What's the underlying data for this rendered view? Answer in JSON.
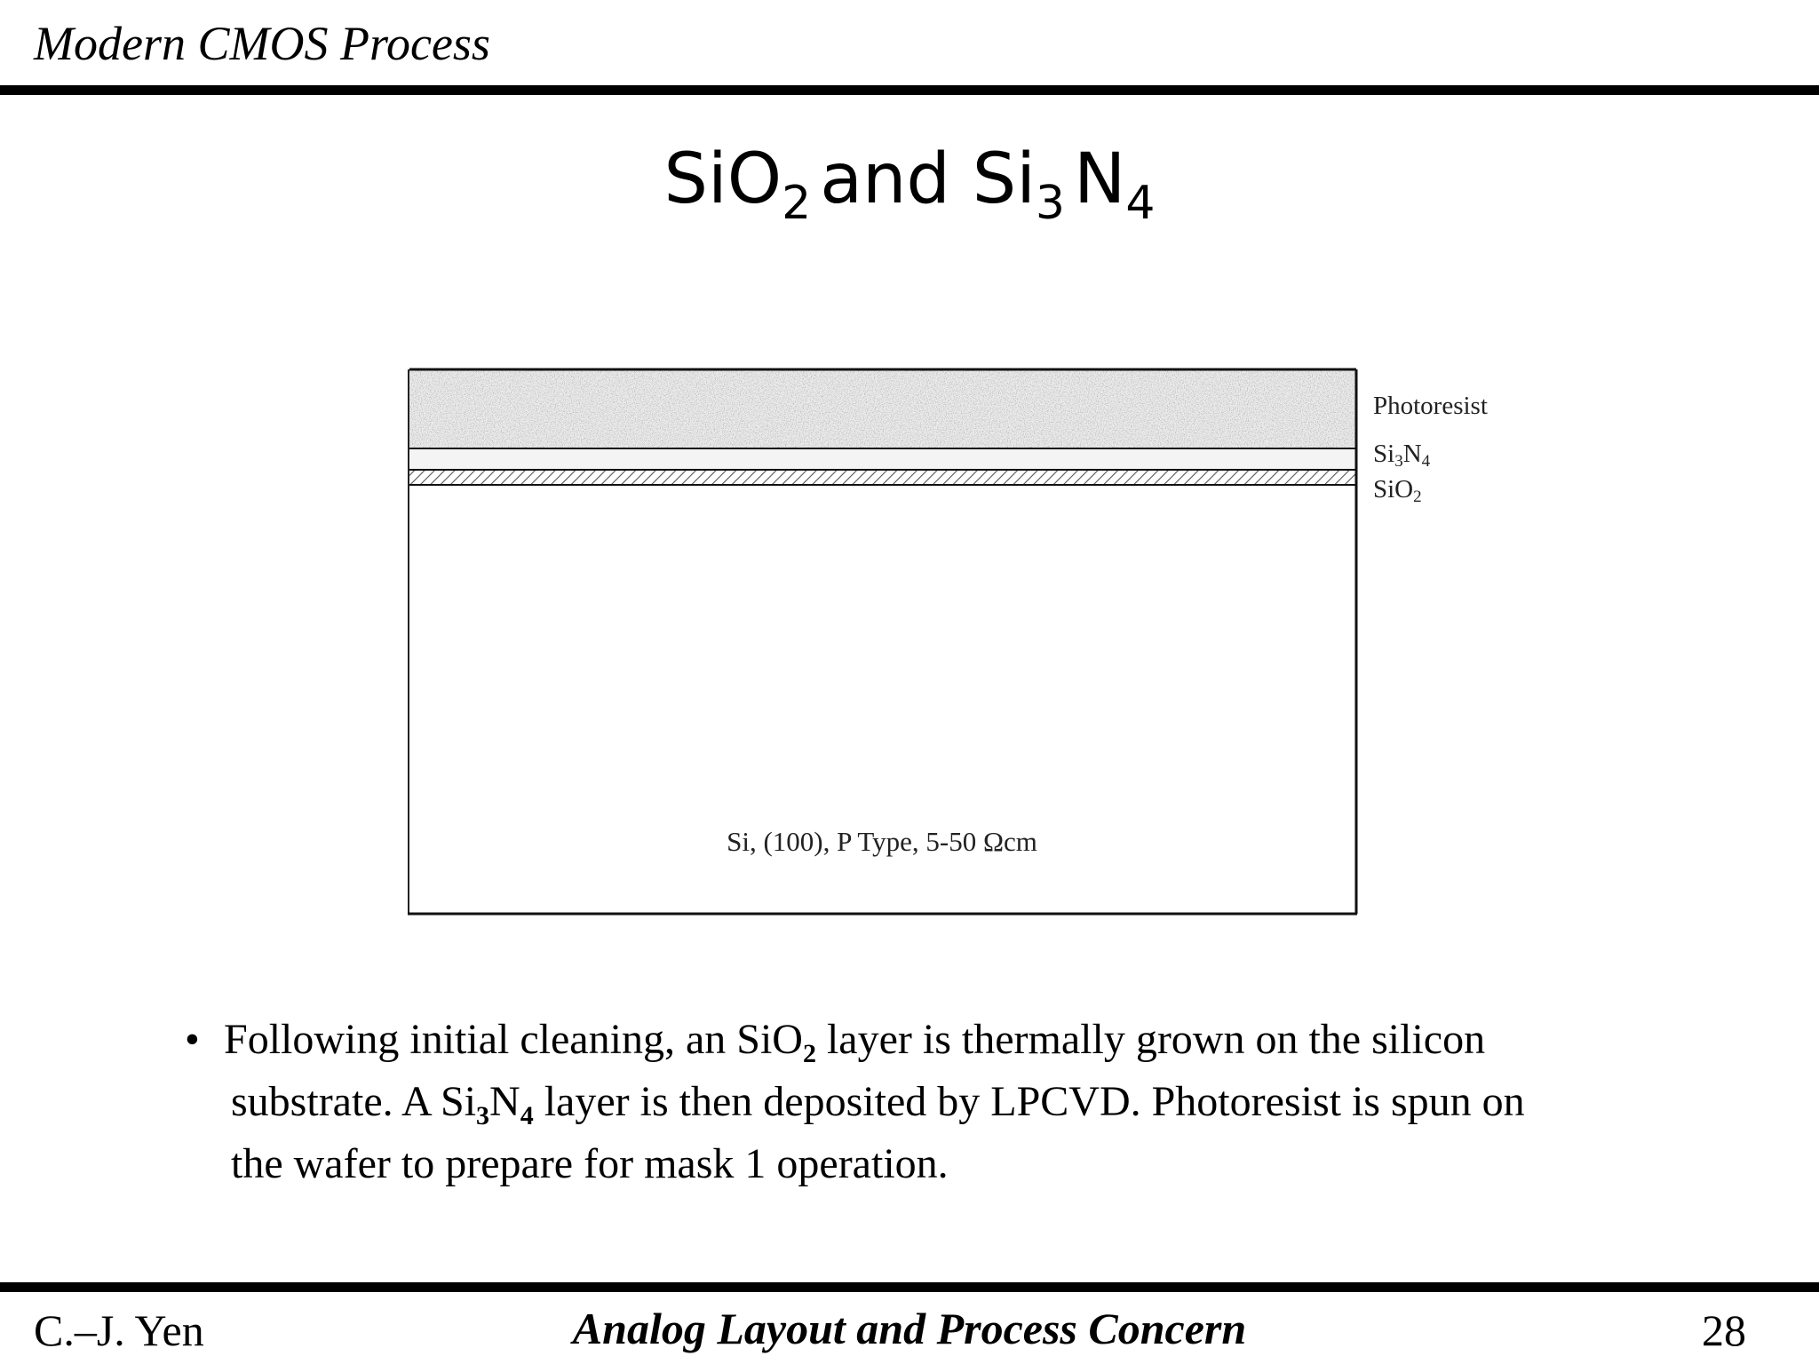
{
  "header": {
    "title": "Modern CMOS Process"
  },
  "slide": {
    "title": {
      "part1": "SiO",
      "sub1": "2",
      "part2": "and Si",
      "sub2": "3",
      "part3": "N",
      "sub3": "4"
    }
  },
  "diagram": {
    "layers": [
      {
        "name": "Photoresist",
        "fill": "#ececec"
      },
      {
        "name": "Si3N4",
        "fill": "#f4f4f4"
      },
      {
        "name": "SiO2",
        "fill": "hatched"
      },
      {
        "name": "Si, (100), P Type, 5-50 Ωcm",
        "fill": "#ffffff"
      }
    ],
    "labels": {
      "photoresist": "Photoresist",
      "si3n4_base": "Si",
      "si3n4_sub1": "3",
      "si3n4_mid": "N",
      "si3n4_sub2": "4",
      "sio2_base": "SiO",
      "sio2_sub": "2"
    },
    "substrate_label": "Si, (100), P Type, 5-50 Ωcm"
  },
  "bullet": {
    "marker": "•",
    "line1_a": "Following initial cleaning, an SiO",
    "line1_sub": "2",
    "line1_b": " layer is thermally grown on the silicon",
    "line2_a": "substrate. A Si",
    "line2_sub1": "3",
    "line2_b": "N",
    "line2_sub2": "4",
    "line2_c": " layer is then deposited by LPCVD. Photoresist is spun on",
    "line3": "the wafer to prepare for mask 1 operation."
  },
  "footer": {
    "author": "C.–J. Yen",
    "course": "Analog Layout and Process Concern",
    "page": "28"
  }
}
